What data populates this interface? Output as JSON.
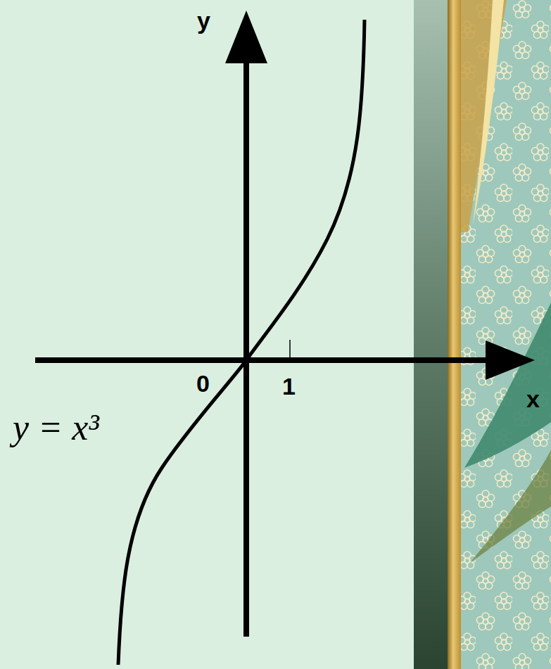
{
  "diagram": {
    "labels": [
      "y",
      "1",
      "0",
      "x",
      "y = x³"
    ]
  }
}
